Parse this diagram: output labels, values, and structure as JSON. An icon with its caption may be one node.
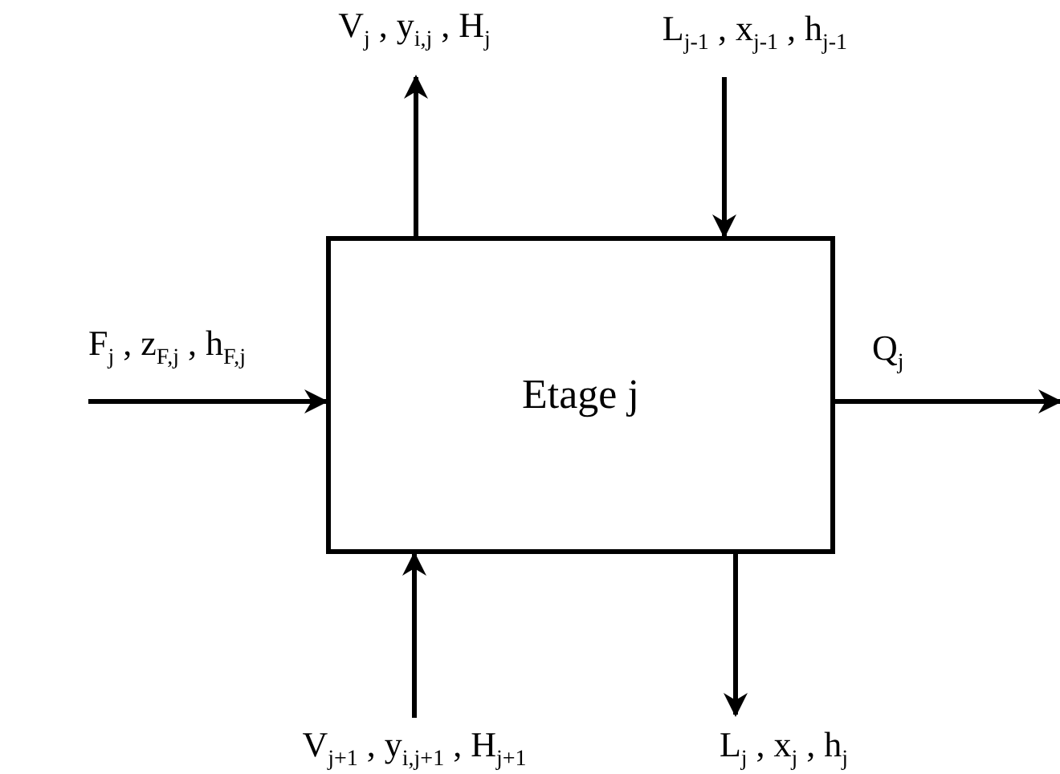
{
  "diagram": {
    "nodes": [
      {
        "text": [
          "Etage j"
        ]
      },
      {
        "text": [
          "V$_{j}$ , y$_{i,j}$ , H$_{j}$"
        ]
      },
      {
        "text": [
          "L$_{j-1}$ , x$_{j-1}$ , h$_{j-1}$"
        ]
      },
      {
        "text": [
          "F$_{j}$ , z$_{F,j}$ , h$_{F,j}$"
        ]
      },
      {
        "text": [
          "V$_{j+1}$ , y$_{i,j+1}$ , H$_{j+1}$"
        ]
      },
      {
        "text": [
          "L$_{j}$ , x$_{j}$ , h$_{j}$"
        ]
      }
    ],
    "edges": [
      {
        "from": 0,
        "to": 1,
        "arrow": "to"
      },
      {
        "from": 2,
        "to": 0,
        "arrow": "to"
      },
      {
        "from": 3,
        "to": 0,
        "arrow": "to"
      },
      {
        "from": 0,
        "to": null,
        "arrow": "to"
      },
      {
        "from": 4,
        "to": 0,
        "arrow": "to"
      },
      {
        "from": 0,
        "to": 5,
        "arrow": "to"
      }
    ],
    "labels": [
      "Q$_{j}$"
    ]
  }
}
